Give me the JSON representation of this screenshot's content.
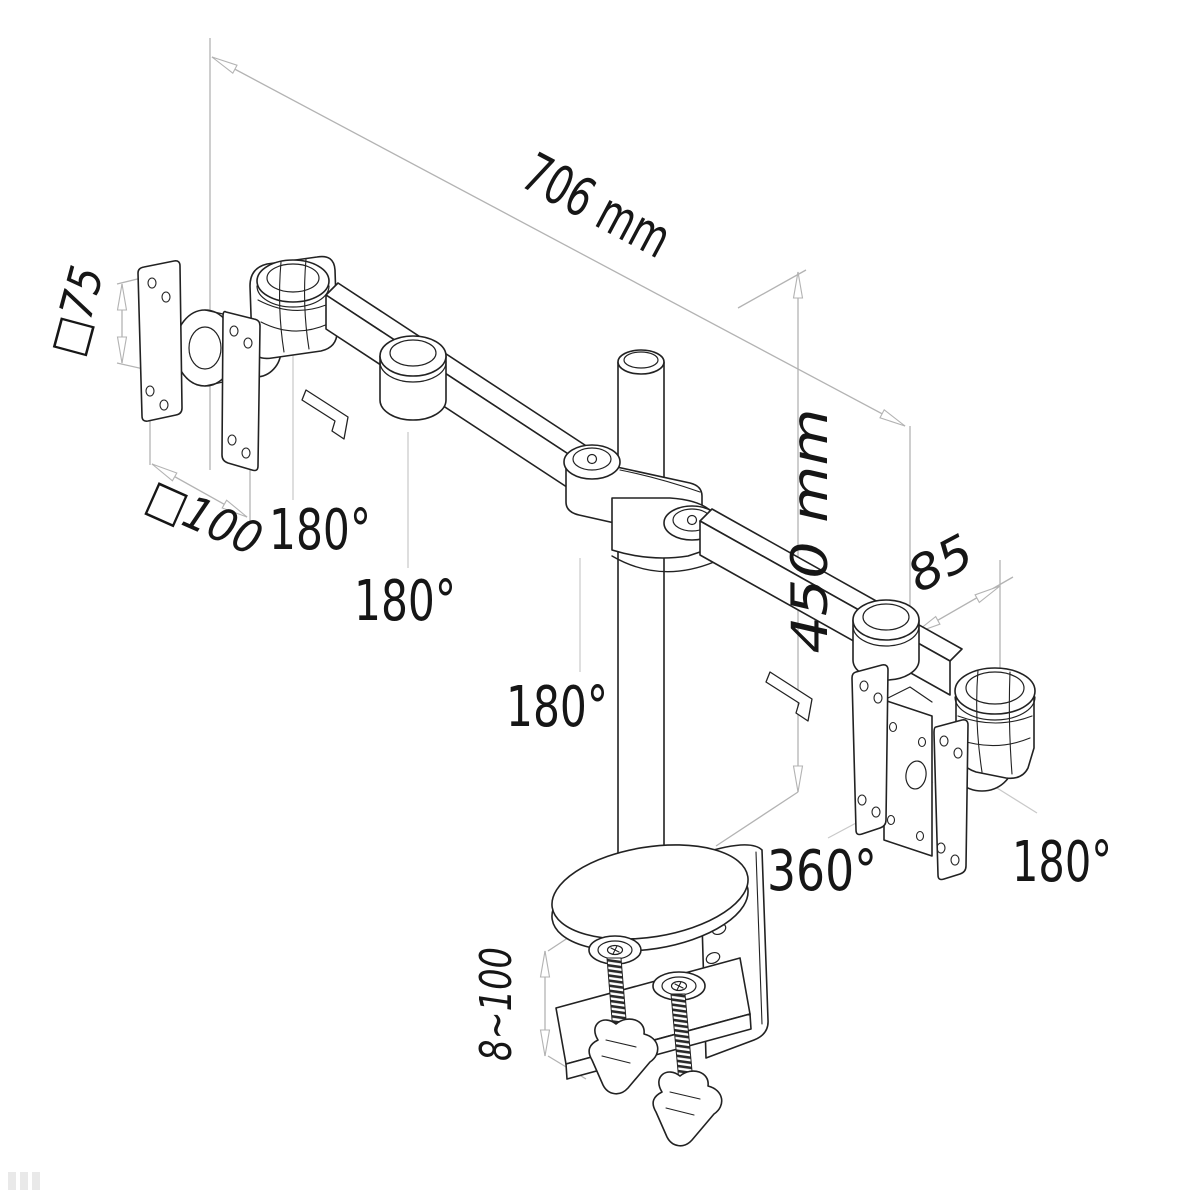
{
  "drawing": {
    "type": "dual-monitor desk mount arm — dimensional line drawing",
    "colors": {
      "outline": "#222222",
      "dimension_line": "#b3b3b3",
      "leader_line": "#c9c9c9",
      "label_text": "#161616",
      "background": "#ffffff"
    }
  },
  "labels": {
    "arm_reach": "706 mm",
    "vesa_small": "□75",
    "vesa_large": "□100",
    "pole_height": "450 mm",
    "joint_offset": "85",
    "clamp_range": "8~100",
    "swivel_left_end": "180°",
    "swivel_left_mid": "180°",
    "swivel_pole": "180°",
    "rotate_full": "360°",
    "swivel_right_end": "180°"
  }
}
